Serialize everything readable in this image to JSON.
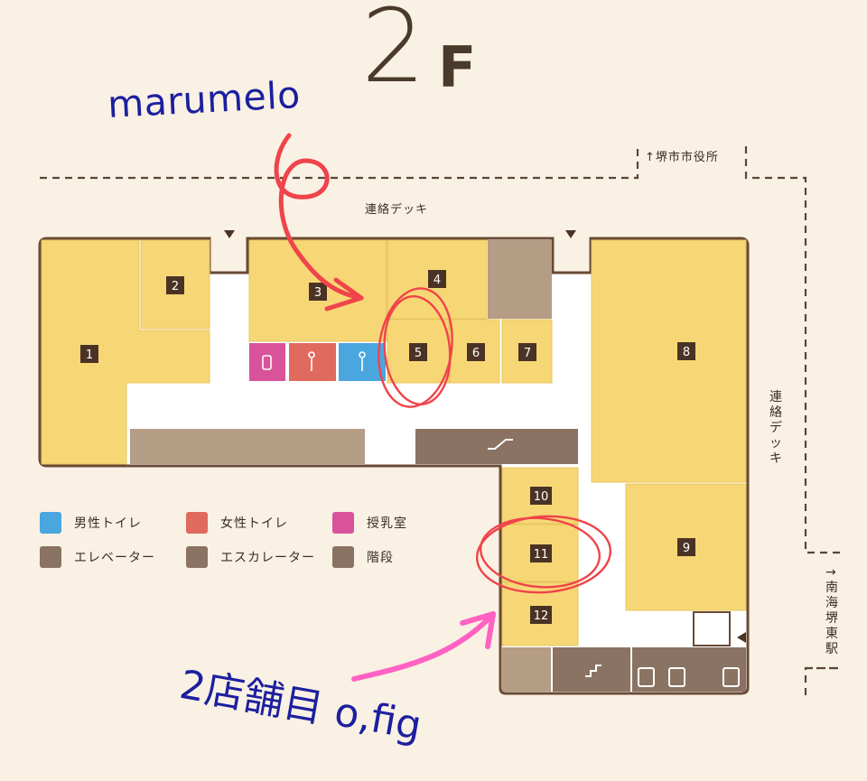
{
  "floor": {
    "number": "2",
    "letter": "F"
  },
  "directions": {
    "top_right": "↑堺市市役所",
    "top_deck": "連絡デッキ",
    "right_deck": "連絡デッキ",
    "right_station": "→南海堺東駅"
  },
  "stores": [
    {
      "num": "1"
    },
    {
      "num": "2"
    },
    {
      "num": "3"
    },
    {
      "num": "4"
    },
    {
      "num": "5"
    },
    {
      "num": "6"
    },
    {
      "num": "7"
    },
    {
      "num": "8"
    },
    {
      "num": "9"
    },
    {
      "num": "10"
    },
    {
      "num": "11"
    },
    {
      "num": "12"
    }
  ],
  "legend": [
    {
      "label": "男性トイレ",
      "color": "#4aa6df",
      "icon": "mens-toilet-icon"
    },
    {
      "label": "女性トイレ",
      "color": "#e06a5e",
      "icon": "womens-toilet-icon"
    },
    {
      "label": "授乳室",
      "color": "#d9539a",
      "icon": "nursing-room-icon"
    },
    {
      "label": "エレベーター",
      "color": "#8a7362",
      "icon": "elevator-icon"
    },
    {
      "label": "エスカレーター",
      "color": "#8a7362",
      "icon": "escalator-icon"
    },
    {
      "label": "階段",
      "color": "#8a7362",
      "icon": "stairs-icon"
    }
  ],
  "annotations": {
    "top": "marumelo",
    "bottom": "2店舗目 o,fig"
  },
  "colors": {
    "store": "#f7d775",
    "corridor": "#ffffff",
    "outline": "#6a4a35",
    "service": "#b59c84",
    "service_dark": "#8a7362",
    "label_bg": "#4a3325",
    "marker_red": "#f0434b",
    "arrow_pink": "#ff62c2",
    "ink_blue": "#1c1f9f"
  }
}
